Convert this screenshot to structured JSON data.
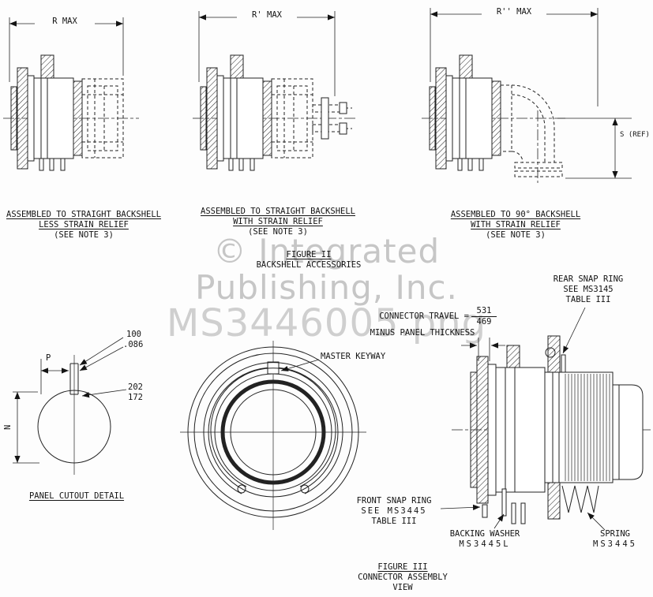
{
  "watermark": {
    "line1": "© Integrated",
    "line2": "Publishing, Inc.",
    "line3": "MS3446005.png"
  },
  "figure2": {
    "title": "FIGURE II",
    "subtitle": "BACKSHELL ACCESSORIES",
    "dims": {
      "r": "R MAX",
      "r1": "R' MAX",
      "r2": "R'' MAX",
      "s": "S (REF)"
    },
    "captions": [
      {
        "l1": "ASSEMBLED TO STRAIGHT BACKSHELL",
        "l2": "LESS STRAIN RELIEF",
        "l3": "(SEE NOTE 3)"
      },
      {
        "l1": "ASSEMBLED TO STRAIGHT BACKSHELL",
        "l2": "WITH STRAIN RELIEF",
        "l3": "(SEE NOTE 3)"
      },
      {
        "l1": "ASSEMBLED TO 90° BACKSHELL",
        "l2": "WITH STRAIN RELIEF",
        "l3": "(SEE NOTE 3)"
      }
    ]
  },
  "panel_cutout": {
    "title": "PANEL CUTOUT DETAIL",
    "p": "P",
    "n": "N",
    "slot_max": "100",
    "slot_min": ".086",
    "depth_max": "202",
    "depth_min": "172"
  },
  "front_view": {
    "master_keyway": "MASTER KEYWAY"
  },
  "figure3": {
    "title": "FIGURE III",
    "subtitle1": "CONNECTOR ASSEMBLY",
    "subtitle2": "VIEW",
    "travel_label": "CONNECTOR TRAVEL =",
    "travel_max": "531",
    "travel_min": "469",
    "travel_note": "MINUS PANEL THICKNESS",
    "rear_snap_ring": {
      "l1": "REAR SNAP RING",
      "l2": "SEE MS3145",
      "l3": "TABLE III"
    },
    "front_snap_ring": {
      "l1": "FRONT SNAP RING",
      "l2": "SEE MS3445",
      "l3": "TABLE III"
    },
    "backing_washer": {
      "l1": "BACKING WASHER",
      "l2": "MS3445L"
    },
    "spring": {
      "l1": "SPRING",
      "l2": "MS3445"
    }
  }
}
